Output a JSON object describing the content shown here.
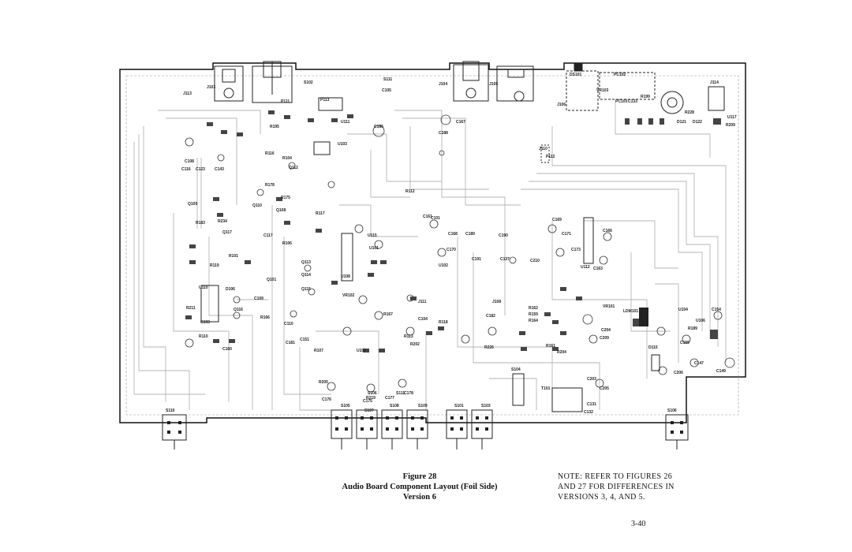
{
  "figure": {
    "number_label": "Figure 28",
    "title": "Audio Board Component Layout (Foil Side)",
    "version": "Version 6"
  },
  "note": {
    "lines": [
      "NOTE:  REFER TO FIGURES 26",
      "AND 27 FOR DIFFERENCES IN",
      "VERSIONS 3, 4, AND 5."
    ]
  },
  "page_number": "3-40",
  "component_labels": {
    "j103": "J103",
    "j104": "J104",
    "j105": "J105",
    "j106": "J106",
    "j108": "J108",
    "j110": "J110",
    "j111": "J111",
    "j113": "J113",
    "j114": "J114",
    "s101": "S101",
    "s102": "S102",
    "s103": "S103",
    "s104": "S104",
    "s105": "S105",
    "s106": "S106",
    "s107": "S107",
    "s108": "S108",
    "s109": "S109",
    "s110": "S110",
    "s111": "S111",
    "u101": "U101",
    "u102": "U102",
    "u103": "U103",
    "u104": "U104",
    "u106": "U106",
    "u107": "U107",
    "u108": "U108",
    "u110": "U110",
    "u111": "U111",
    "u112": "U112",
    "u115": "U115",
    "u117": "U117",
    "q101": "Q101",
    "q108": "Q108",
    "q109": "Q109",
    "q110": "Q110",
    "q112": "Q112",
    "q113": "Q113",
    "q114": "Q114",
    "q115": "Q115",
    "q116": "Q116",
    "q117": "Q117",
    "t101": "T101",
    "vr101": "VR101",
    "vr102": "VR102",
    "vr103": "VR103",
    "pc102": "PC102",
    "pc103": "PC103",
    "ds101": "DS101",
    "ldm101": "LDM101",
    "c101": "C101",
    "c104": "C104",
    "c105": "C105",
    "c108": "C108",
    "c109": "C109",
    "c110": "C110",
    "c116": "C116",
    "c117": "C117",
    "c123": "C123",
    "c131": "C131",
    "c132": "C132",
    "c133": "C133",
    "c137": "C137",
    "c143": "C143",
    "c147": "C147",
    "c149": "C149",
    "c151": "C151",
    "c154": "C154",
    "c155": "C155",
    "c160": "C160",
    "c161": "C161",
    "c163": "C163",
    "c166": "C166",
    "c167": "C167",
    "c168": "C168",
    "c169": "C169",
    "c170": "C170",
    "c171": "C171",
    "c173": "C173",
    "c175": "C175",
    "c176": "C176",
    "c177": "C177",
    "c178": "C178",
    "c181": "C181",
    "c182": "C182",
    "c186": "C186",
    "c188": "C188",
    "c189": "C189",
    "c190": "C190",
    "c191": "C191",
    "c193": "C193",
    "c203": "C203",
    "c204": "C204",
    "c205": "C205",
    "c206": "C206",
    "c209": "C209",
    "c210": "C210",
    "r101": "R101",
    "r104": "R104",
    "r106": "R106",
    "r107": "R107",
    "r110": "R110",
    "r112": "R112",
    "r113": "R113",
    "r116": "R116",
    "r117": "R117",
    "r118": "R118",
    "r119": "R119",
    "r159": "R159",
    "r161": "R161",
    "r162": "R162",
    "r164": "R164",
    "r166": "R166",
    "r167": "R167",
    "r175": "R175",
    "r178": "R178",
    "r183": "R183",
    "r189": "R189",
    "r195": "R195",
    "r199": "R199",
    "r202": "R202",
    "r204": "R204",
    "r205": "R205",
    "r209": "R209",
    "r211": "R211",
    "r219": "R219",
    "r226": "R226",
    "r228": "R228",
    "r234": "R234",
    "d106": "D106",
    "d115": "D115",
    "d121": "D121",
    "d122": "D122",
    "p111": "P111",
    "p112": "P112",
    "p113": "P113",
    "s106b": "S106",
    "s111b": "S111"
  }
}
